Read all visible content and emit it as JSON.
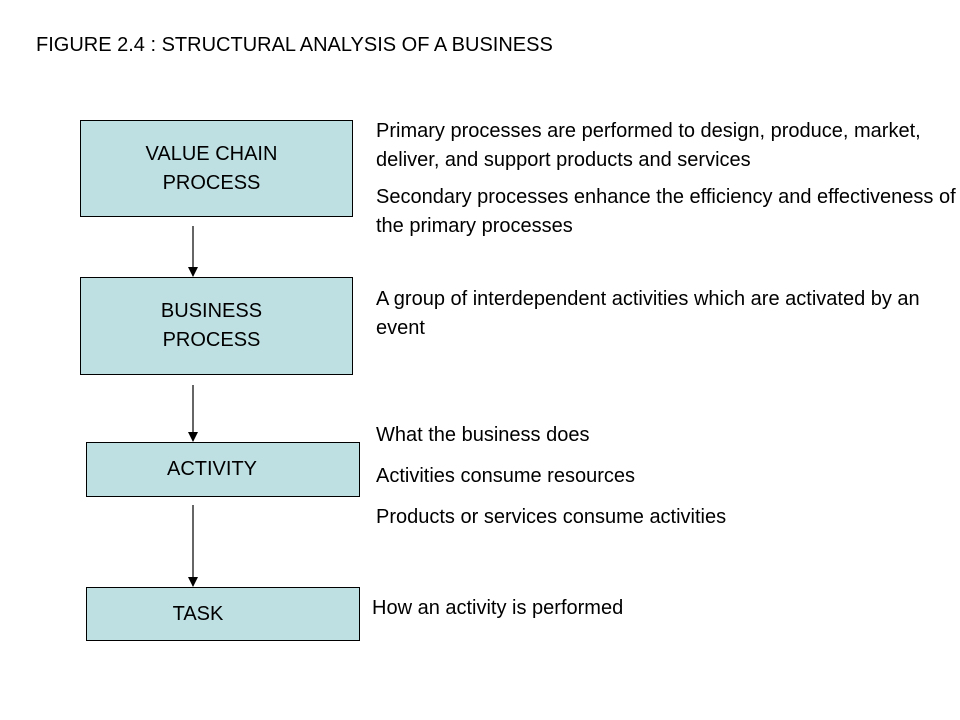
{
  "title": "FIGURE 2.4 : STRUCTURAL ANALYSIS OF A BUSINESS",
  "colors": {
    "box_fill": "#bfe0e3",
    "border": "#000000",
    "text": "#000000"
  },
  "levels": [
    {
      "label": "VALUE CHAIN\nPROCESS",
      "descriptions": [
        "Primary processes are performed to design, produce, market, deliver, and support products and services",
        "Secondary processes enhance the efficiency and effectiveness of the primary processes"
      ]
    },
    {
      "label": "BUSINESS\nPROCESS",
      "descriptions": [
        "A group of interdependent activities which are activated by an event"
      ]
    },
    {
      "label": "ACTIVITY",
      "descriptions": [
        "What the business does",
        "Activities consume resources",
        "Products or services consume activities"
      ]
    },
    {
      "label": "TASK",
      "descriptions": [
        "How an activity is performed"
      ]
    }
  ]
}
